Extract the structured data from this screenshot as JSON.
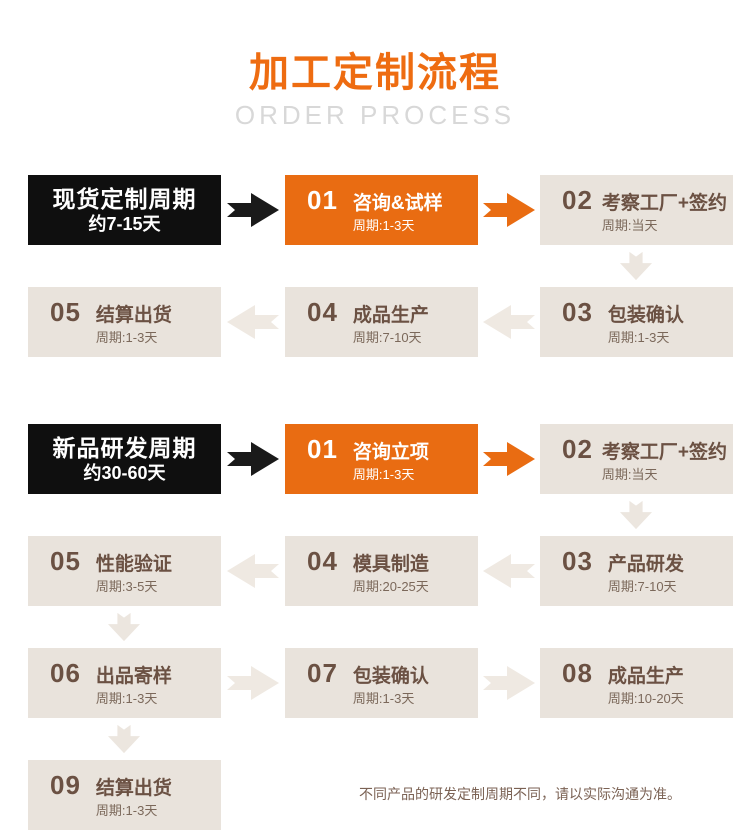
{
  "header": {
    "title": "加工定制流程",
    "subtitle": "ORDER PROCESS"
  },
  "colors": {
    "accent_orange": "#e96c12",
    "block_black": "#0f0f0f",
    "card_beige": "#e9e3dc",
    "arrow_beige": "#efe9e2",
    "text_brown": "#6b5143",
    "text_brown_light": "#7b685a",
    "subtitle_gray": "#d8d8d8"
  },
  "footer": {
    "note": "不同产品的研发定制周期不同，请以实际沟通为准。"
  },
  "sections": [
    {
      "label": {
        "title": "现货定制周期",
        "sub": "约7-15天"
      },
      "steps": [
        {
          "num": "01",
          "title": "咨询&试样",
          "sub": "周期:1-3天"
        },
        {
          "num": "02",
          "title": "考察工厂+签约",
          "sub": "周期:当天"
        },
        {
          "num": "03",
          "title": "包装确认",
          "sub": "周期:1-3天"
        },
        {
          "num": "04",
          "title": "成品生产",
          "sub": "周期:7-10天"
        },
        {
          "num": "05",
          "title": "结算出货",
          "sub": "周期:1-3天"
        }
      ]
    },
    {
      "label": {
        "title": "新品研发周期",
        "sub": "约30-60天"
      },
      "steps": [
        {
          "num": "01",
          "title": "咨询立项",
          "sub": "周期:1-3天"
        },
        {
          "num": "02",
          "title": "考察工厂+签约",
          "sub": "周期:当天"
        },
        {
          "num": "03",
          "title": "产品研发",
          "sub": "周期:7-10天"
        },
        {
          "num": "04",
          "title": "模具制造",
          "sub": "周期:20-25天"
        },
        {
          "num": "05",
          "title": "性能验证",
          "sub": "周期:3-5天"
        },
        {
          "num": "06",
          "title": "出品寄样",
          "sub": "周期:1-3天"
        },
        {
          "num": "07",
          "title": "包装确认",
          "sub": "周期:1-3天"
        },
        {
          "num": "08",
          "title": "成品生产",
          "sub": "周期:10-20天"
        },
        {
          "num": "09",
          "title": "结算出货",
          "sub": "周期:1-3天"
        }
      ]
    }
  ]
}
